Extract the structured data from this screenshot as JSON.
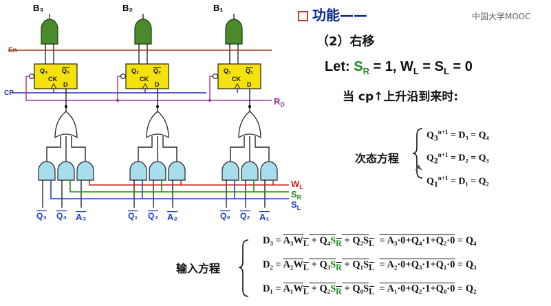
{
  "watermark": "中国大学MOOC",
  "title": "功能——",
  "subtitle": "（2）右移",
  "let_line": {
    "prefix": "Let: ",
    "sr": "S",
    "sr_sub": "R",
    "sr_val": " = 1, ",
    "rest": "W",
    "rest_sub": "L",
    "rest_mid": " = S",
    "rest_sub2": "L",
    "rest_end": " = 0"
  },
  "trigger_text": "当 cp↑上升沿到来时:",
  "next_state": {
    "label": "次态方程",
    "lines": [
      {
        "lhs": "Q",
        "lhs_sub": "3",
        "sup": "n+1",
        "rhs": " = D₃ = Q₄"
      },
      {
        "lhs": "Q",
        "lhs_sub": "2",
        "sup": "n+1",
        "rhs": " = D₂ = Q₃"
      },
      {
        "lhs": "Q",
        "lhs_sub": "1",
        "sup": "n+1",
        "rhs": " = D₁ = Q₂"
      }
    ]
  },
  "input_eq": {
    "label": "输入方程",
    "lines": [
      {
        "lhs": "D₃ =",
        "t1": "A₃W",
        "t1s": "L",
        "t2": "Q₄",
        "t3": "Q₂S",
        "t3s": "L",
        "mid": "= A₃·0+Q₄·1+Q₂·0",
        "res": "= Q₄"
      },
      {
        "lhs": "D₂ =",
        "t1": "A₂W",
        "t1s": "L",
        "t2": "Q₃",
        "t3": "Q₁S",
        "t3s": "L",
        "mid": "= A₂·0+Q₃·1+Q₁·0",
        "res": "= Q₃"
      },
      {
        "lhs": "D₁ =",
        "t1": "A₁W",
        "t1s": "L",
        "t2": "Q₂",
        "t3": "Q₀S",
        "t3s": "L",
        "mid": "= A₁·0+Q₂·1+Q₀·0",
        "res": "= Q₂"
      }
    ]
  },
  "circuit": {
    "outputs": [
      "B₃",
      "B₂",
      "B₁"
    ],
    "en": "En",
    "cp": "CP",
    "rd": "R",
    "rd_sub": "D",
    "wl": "W",
    "wl_sub": "L",
    "sr": "S",
    "sr_sub": "R",
    "sl": "S",
    "sl_sub": "L",
    "ff_labels": [
      {
        "q": "Q₃",
        "qn": "Q₃",
        "ck": "CK",
        "d": "D"
      },
      {
        "q": "Q₂",
        "qn": "Q₂",
        "ck": "CK",
        "d": "D"
      },
      {
        "q": "Q₁",
        "qn": "Q₁",
        "ck": "CK",
        "d": "D"
      }
    ],
    "inputs": [
      "Q₃",
      "Q₄",
      "A₃",
      "Q₁",
      "Q₃",
      "A₂",
      "Q₀",
      "Q₂",
      "A₁"
    ],
    "colors": {
      "and_gate": "#4a8a2a",
      "ff": "#f4e10e",
      "en": "#9b3a1a",
      "rd": "#a0309a",
      "cp": "#2a2ab0",
      "wl": "#c0201c",
      "sr": "#1f8a1f",
      "sl": "#2040c0",
      "input_lbl": "#2040c0",
      "or_gate": "#ffffff",
      "and_in": "#a8ddec"
    }
  }
}
